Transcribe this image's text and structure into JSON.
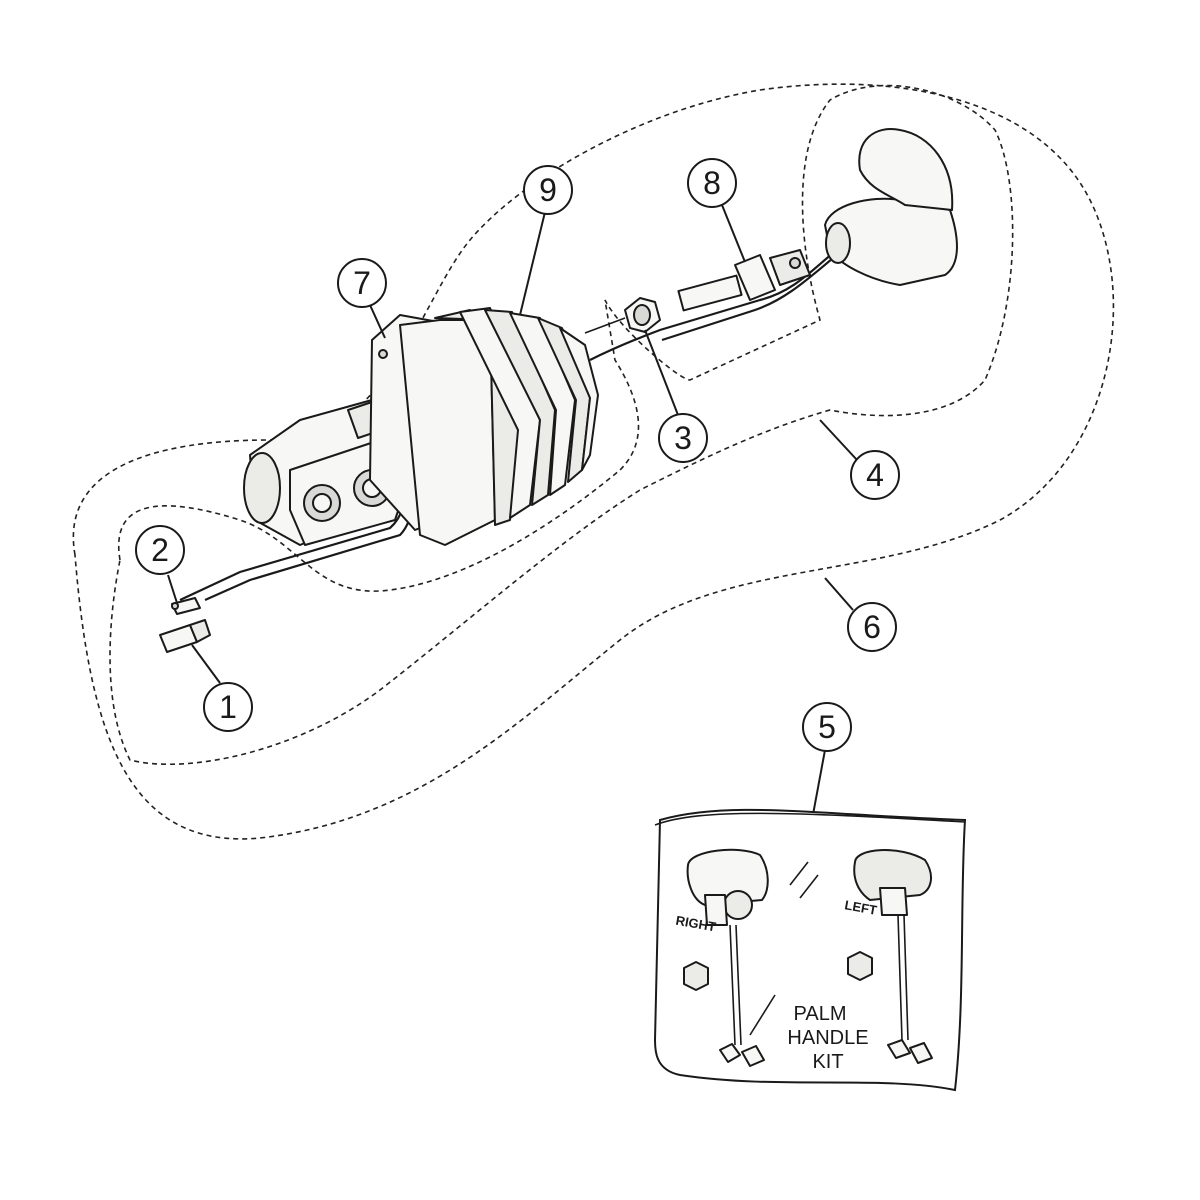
{
  "callouts": [
    {
      "label": "1"
    },
    {
      "label": "2"
    },
    {
      "label": "3"
    },
    {
      "label": "4"
    },
    {
      "label": "5"
    },
    {
      "label": "6"
    },
    {
      "label": "7"
    },
    {
      "label": "8"
    },
    {
      "label": "9"
    }
  ],
  "kit": {
    "title_lines": [
      "PALM",
      "HANDLE",
      "KIT"
    ],
    "right_label": "RIGHT",
    "left_label": "LEFT"
  },
  "colors": {
    "line": "#1a1a1a",
    "background": "#ffffff"
  }
}
